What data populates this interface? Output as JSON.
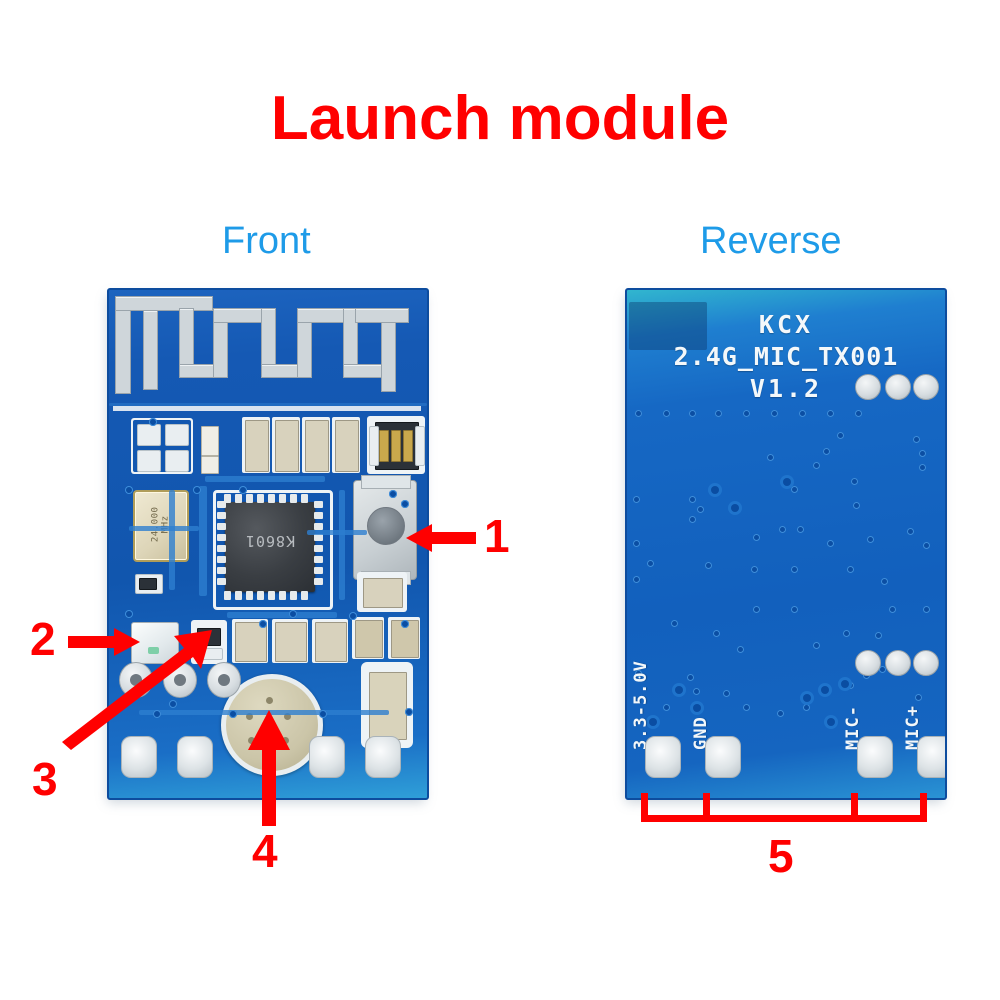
{
  "page": {
    "title": "Launch module",
    "title_color": "#FF0000",
    "label_color": "#1E9BE8",
    "background": "#FFFFFF"
  },
  "views": {
    "front": {
      "label": "Front"
    },
    "reverse": {
      "label": "Reverse"
    }
  },
  "front_board": {
    "components": {
      "crystal": {
        "line1": "24.000",
        "line2": "MHz"
      },
      "ic": {
        "marking": "K8601",
        "package": "QFN"
      }
    }
  },
  "reverse_board": {
    "silkscreen": {
      "line1": "KCX",
      "line2": "2.4G_MIC_TX001",
      "line3": "V1.2"
    },
    "pin_labels": [
      "3.3-5.0V",
      "GND",
      "MIC-",
      "MIC+"
    ]
  },
  "callouts": [
    {
      "id": "1",
      "number": "1",
      "target": "tactile-button",
      "arrow": "left"
    },
    {
      "id": "2",
      "number": "2",
      "target": "led-indicator",
      "arrow": "right"
    },
    {
      "id": "3",
      "number": "3",
      "target": "smd-component",
      "arrow": "up-right"
    },
    {
      "id": "4",
      "number": "4",
      "target": "microphone",
      "arrow": "up"
    },
    {
      "id": "5",
      "number": "5",
      "target": "pin-header-group",
      "arrow": "bracket"
    }
  ]
}
